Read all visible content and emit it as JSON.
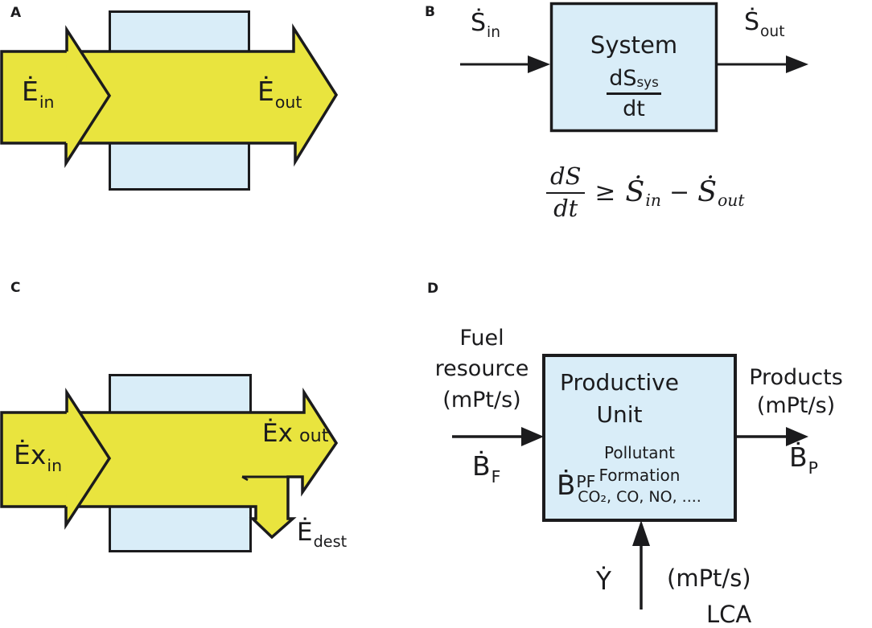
{
  "colors": {
    "yellow": "#e9e43e",
    "blue": "#d9edf8",
    "ink": "#1b1b1d",
    "bg": "#ffffff"
  },
  "panel_a": {
    "letter": "A",
    "in_main": "Ė",
    "in_sub": "in",
    "out_main": "Ė",
    "out_sub": "out"
  },
  "panel_b": {
    "letter": "B",
    "in_main": "Ṡ",
    "in_sub": "in",
    "out_main": "Ṡ",
    "out_sub": "out",
    "box_title": "System",
    "box_frac_num": "dS",
    "box_frac_num_sub": "sys",
    "box_frac_den": "dt",
    "eq_num": "dS",
    "eq_den": "dt",
    "eq_rel": "≥",
    "eq_t1": "Ṡ",
    "eq_t1_sub": "in",
    "eq_minus": "−",
    "eq_t2": "Ṡ",
    "eq_t2_sub": "out"
  },
  "panel_c": {
    "letter": "C",
    "in_main": "Ėx",
    "in_sub": "in",
    "out_main": "Ėx",
    "out_suffix": "out",
    "dest_main": "Ė",
    "dest_sub": "dest"
  },
  "panel_d": {
    "letter": "D",
    "fuel_line1": "Fuel",
    "fuel_line2": "resource",
    "fuel_line3": "(mPt/s)",
    "bf_main": "Ḃ",
    "bf_sub": "F",
    "box_title_line1": "Productive",
    "box_title_line2": "Unit",
    "bpf_main": "Ḃ",
    "bpf_sup": "PF",
    "pollutant_line1": "Pollutant",
    "pollutant_line2": "Formation",
    "pollutant_line3": "CO₂, CO, NO, ....",
    "products_line1": "Products",
    "products_line2": "(mPt/s)",
    "bp_main": "Ḃ",
    "bp_sub": "P",
    "y_main": "Ẏ",
    "lca_line1": "(mPt/s)",
    "lca_line2": "LCA"
  }
}
